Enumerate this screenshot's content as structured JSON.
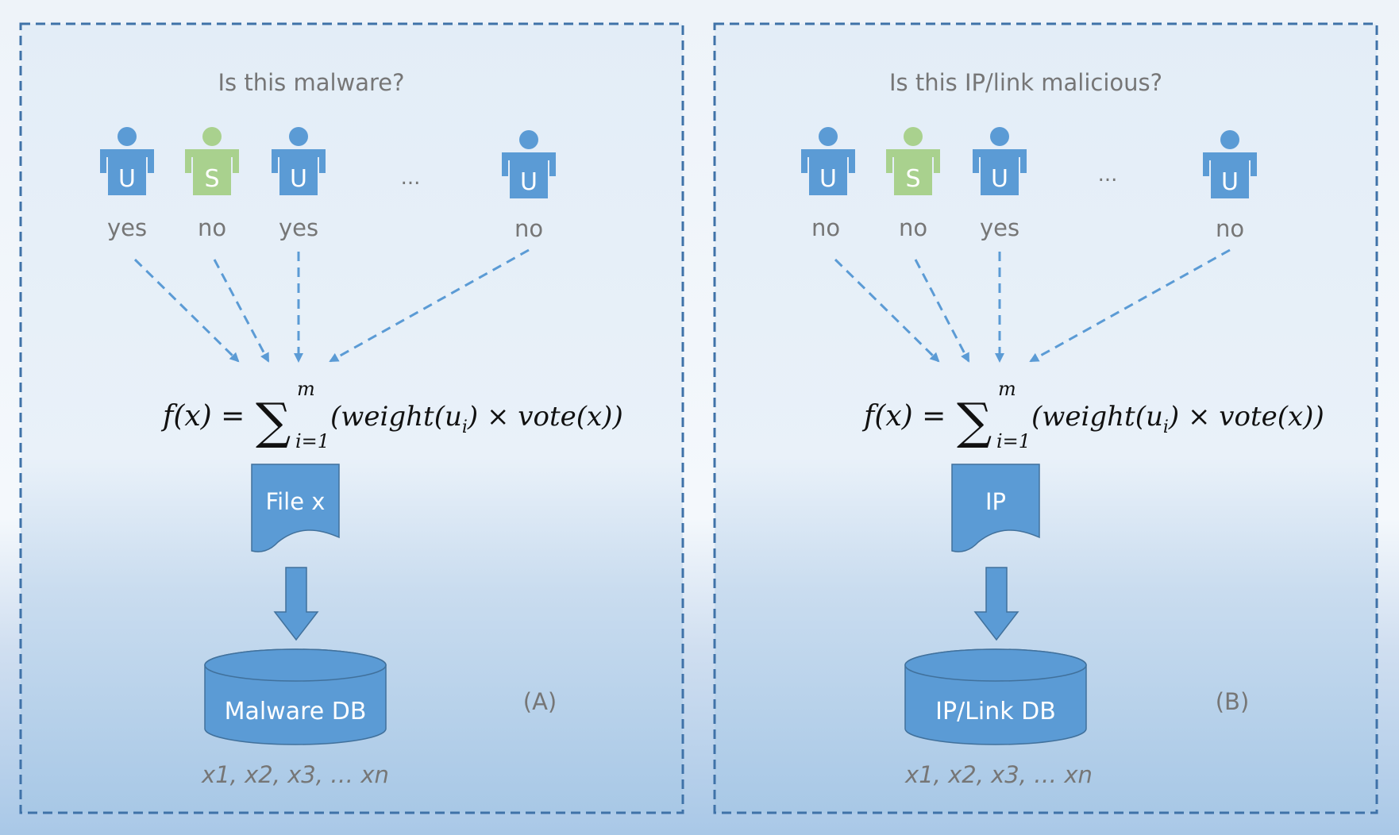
{
  "panels": [
    {
      "id": "A",
      "question": "Is this malware?",
      "voters": [
        {
          "letter": "U",
          "vote": "yes"
        },
        {
          "letter": "S",
          "vote": "no"
        },
        {
          "letter": "U",
          "vote": "yes"
        },
        {
          "letter": "U",
          "vote": "no"
        }
      ],
      "ellipsis": "...",
      "formula": {
        "lhs": "f(x) = ",
        "sum": "∑",
        "upper": "m",
        "lower": "i=1",
        "body_a": "(weight(u",
        "body_sub": "i",
        "body_b": ") × vote(x))"
      },
      "item_label": "File x",
      "db_label": "Malware DB",
      "db_items": "x1, x2, x3, … xn",
      "panel_label": "(A)"
    },
    {
      "id": "B",
      "question": "Is this IP/link malicious?",
      "voters": [
        {
          "letter": "U",
          "vote": "no"
        },
        {
          "letter": "S",
          "vote": "no"
        },
        {
          "letter": "U",
          "vote": "yes"
        },
        {
          "letter": "U",
          "vote": "no"
        }
      ],
      "ellipsis": "...",
      "formula": {
        "lhs": "f(x) = ",
        "sum": "∑",
        "upper": "m",
        "lower": "i=1",
        "body_a": "(weight(u",
        "body_sub": "i",
        "body_b": ") × vote(x))"
      },
      "item_label": "IP",
      "db_label": "IP/Link DB",
      "db_items": "x1, x2, x3, … xn",
      "panel_label": "(B)"
    }
  ],
  "colors": {
    "user": "#5b9bd5",
    "supervisor": "#a9d18e",
    "frame": "#3f72a8",
    "arrow": "#5b9bd5",
    "text_gray": "#767676",
    "shape_fill": "#5b9bd5",
    "shape_stroke": "#41719c"
  },
  "icons": {
    "user": "person-icon",
    "arrow": "down-arrow-icon",
    "document": "document-icon",
    "database": "database-cylinder-icon"
  }
}
